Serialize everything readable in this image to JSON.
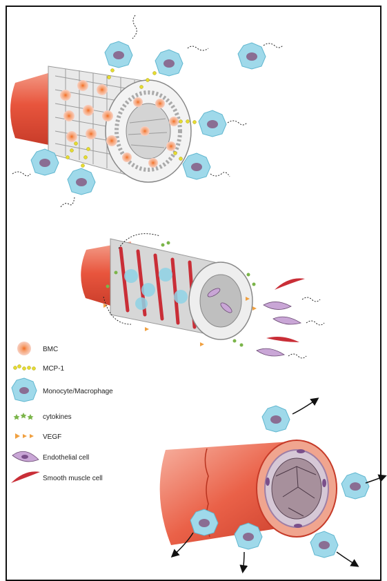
{
  "legend": {
    "items": [
      {
        "key": "bmc",
        "label": "BMC"
      },
      {
        "key": "mcp1",
        "label": "MCP-1"
      },
      {
        "key": "monocyte",
        "label": "Monocyte/Macrophage"
      },
      {
        "key": "cytokines",
        "label": "cytokines"
      },
      {
        "key": "vegf",
        "label": "VEGF"
      },
      {
        "key": "endothelial",
        "label": "Endothelial cell"
      },
      {
        "key": "smooth_muscle",
        "label": "Smooth muscle cell"
      }
    ]
  },
  "colors": {
    "vessel_red": "#e8553d",
    "vessel_light": "#f49a86",
    "scaffold_grey": "#c9c9c9",
    "monocyte_cyan": "#8fd3e6",
    "monocyte_nucleus": "#8a6e93",
    "bmc_orange": "#f08a3c",
    "mcp_yellow": "#e6dc32",
    "cytokine_green": "#7bb54a",
    "vegf_orange": "#f0a040",
    "endothelial_purple": "#c9a6d6",
    "smooth_muscle_red": "#c92e37"
  }
}
